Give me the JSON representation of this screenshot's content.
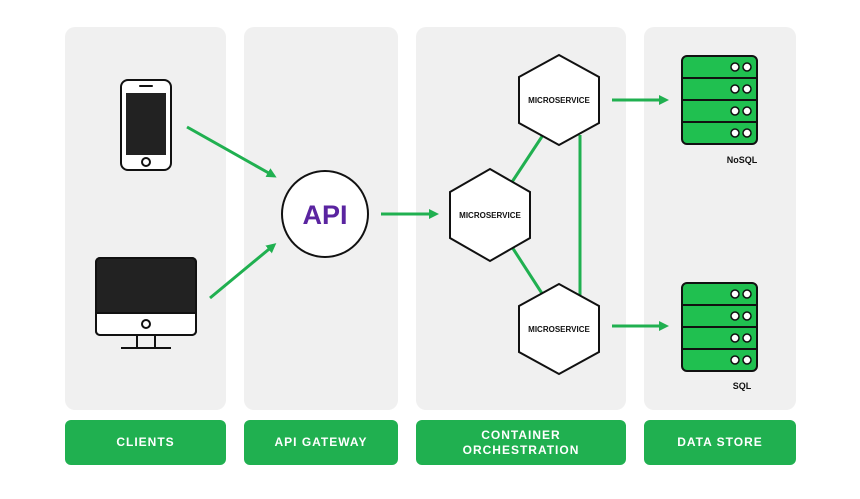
{
  "colors": {
    "accent": "#20b050",
    "column_bg": "#f0f0f0",
    "api_text": "#5a24a0",
    "stroke": "#111111"
  },
  "columns": [
    {
      "id": "clients",
      "label_lines": [
        "CLIENTS"
      ]
    },
    {
      "id": "api-gateway",
      "label_lines": [
        "API GATEWAY"
      ]
    },
    {
      "id": "container-orchestration",
      "label_lines": [
        "CONTAINER",
        "ORCHESTRATION"
      ]
    },
    {
      "id": "data-store",
      "label_lines": [
        "DATA STORE"
      ]
    }
  ],
  "clients": [
    {
      "icon": "smartphone-icon"
    },
    {
      "icon": "desktop-monitor-icon"
    }
  ],
  "gateway": {
    "label": "API"
  },
  "microservices": [
    {
      "label": "MICROSERVICE"
    },
    {
      "label": "MICROSERVICE"
    },
    {
      "label": "MICROSERVICE"
    }
  ],
  "stores": [
    {
      "label": "NoSQL",
      "icon": "server-rack-icon"
    },
    {
      "label": "SQL",
      "icon": "server-rack-icon"
    }
  ]
}
